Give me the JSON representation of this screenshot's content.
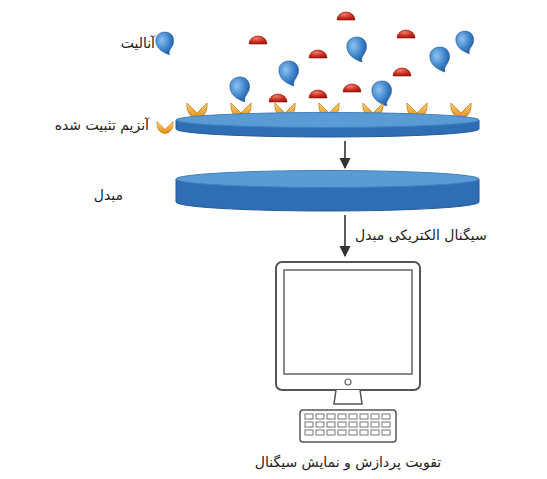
{
  "diagram": {
    "nodes": [
      {
        "text": [
          "آنزیم تثبیت شده"
        ]
      },
      {
        "text": [
          "مبدل"
        ]
      },
      {
        "text": [
          "تقویت پردازش و نمایش سیگنال"
        ]
      }
    ],
    "edges": [
      {
        "from": 0,
        "to": 1,
        "arrow": "to"
      },
      {
        "from": 1,
        "to": 2,
        "label": "سیگنال الکتریکی مبدل",
        "arrow": "to"
      }
    ],
    "labels": [
      "آنالیت"
    ]
  }
}
